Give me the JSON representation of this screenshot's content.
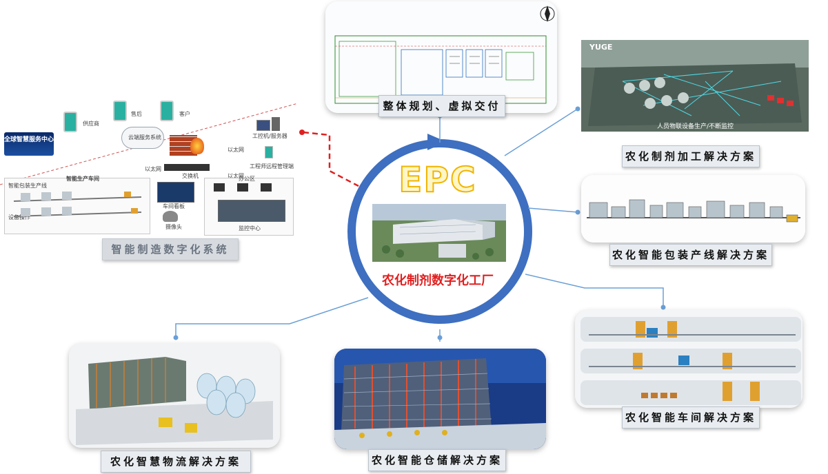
{
  "center": {
    "title": "EPC",
    "subtitle": "农化制剂数字化工厂"
  },
  "modules": {
    "overall_planning": "整体规划、虚拟交付",
    "processing": "农化制剂加工解决方案",
    "packaging": "农化智能包装产线解决方案",
    "workshop": "农化智能车间解决方案",
    "warehouse": "农化智能仓储解决方案",
    "logistics": "农化智慧物流解决方案",
    "digital_system": "智能制造数字化系统"
  },
  "digital_system_diagram": {
    "banner": "全球智慧服务中心",
    "cloud": "云端服务系统",
    "mobile_1": "供应商",
    "mobile_2": "售后",
    "mobile_3": "客户",
    "server": "工控机/服务器",
    "engineer": "工程师远程管理端",
    "switch": "交换机",
    "office": "办公区",
    "workshop_area": "智能生产车间",
    "line_1": "智能包装生产线",
    "line_2": "设备操作",
    "board": "车间看板",
    "camera": "摄像头",
    "monitor": "监控中心",
    "net_1": "以太网",
    "net_2": "以太网",
    "net_3": "以太网"
  },
  "processing_overlay": "人员物联设备生产/不断监控",
  "processing_brand": "YUGE",
  "colors": {
    "ring": "#3e6fc0",
    "connector": "#6a9fd6",
    "red_link": "#e02020",
    "epc_fill": "#fff6c8",
    "epc_stroke": "#f0b400"
  }
}
